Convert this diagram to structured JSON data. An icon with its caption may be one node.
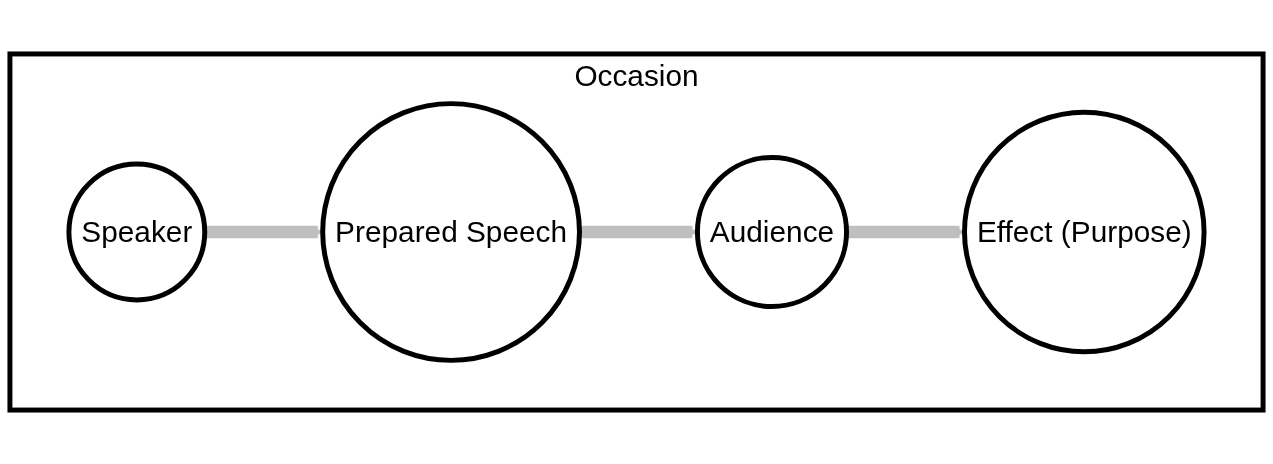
{
  "diagram": {
    "nodes": [
      {
        "text": [
          "Occasion"
        ]
      },
      {
        "text": [
          "Speaker"
        ],
        "in": 0
      },
      {
        "text": [
          "Prepared Speech"
        ],
        "in": 0
      },
      {
        "text": [
          "Audience"
        ],
        "in": 0
      },
      {
        "text": [
          "Effect (Purpose)"
        ],
        "in": 0
      }
    ],
    "edges": [
      {
        "from": 1,
        "to": 2,
        "arrow": "to"
      },
      {
        "from": 2,
        "to": 3,
        "arrow": "to"
      },
      {
        "from": 3,
        "to": 4,
        "arrow": "to"
      }
    ]
  }
}
